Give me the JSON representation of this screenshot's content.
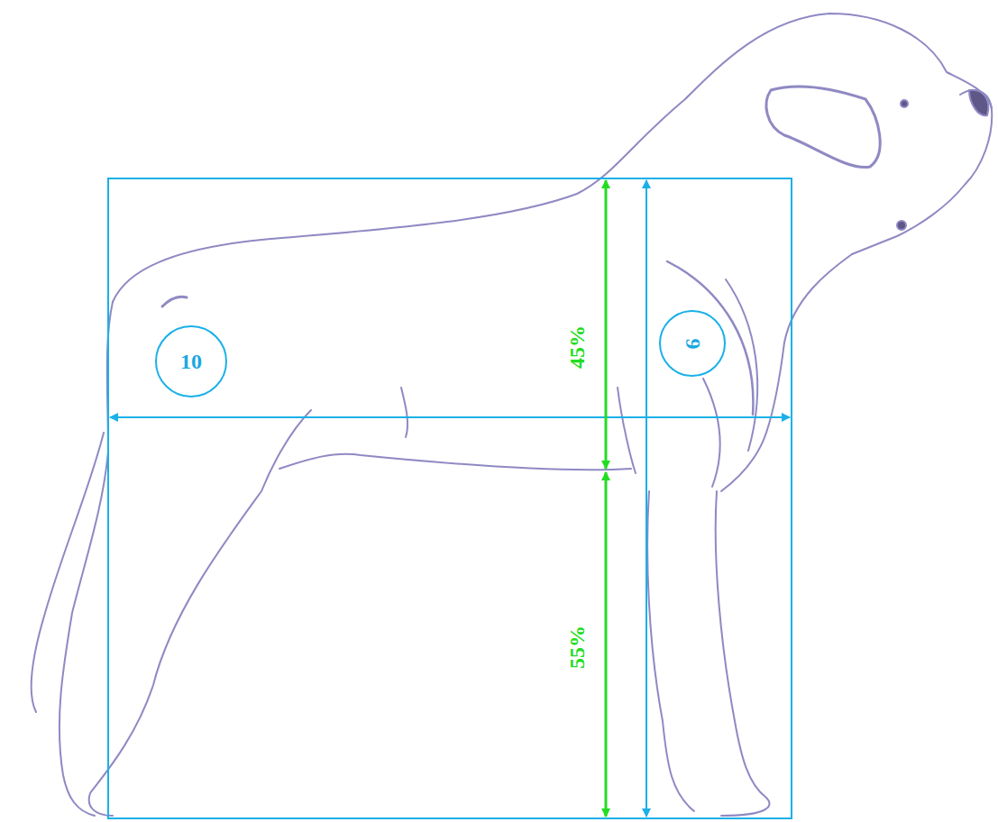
{
  "diagram": {
    "nodes": [
      {
        "text": [
          "10"
        ]
      },
      {
        "text": [
          "9"
        ]
      }
    ],
    "labels": [
      "45%",
      "55%"
    ]
  }
}
